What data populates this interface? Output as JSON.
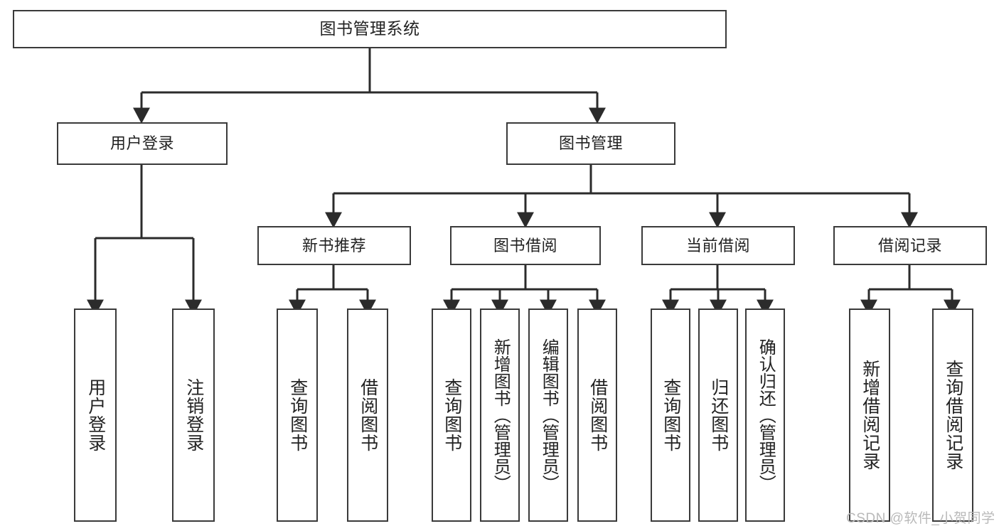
{
  "diagram": {
    "title": "图书管理系统",
    "type": "hierarchy-tree",
    "colors": {
      "box_border": "#3a3a3a",
      "box_fill": "#ffffff",
      "line": "#2b2b2b",
      "text": "#222222",
      "watermark": "#b9b9b9"
    },
    "nodes": {
      "root": {
        "label": "图书管理系统"
      },
      "level2": [
        {
          "label": "用户登录"
        },
        {
          "label": "图书管理"
        }
      ],
      "level3": [
        {
          "label": "新书推荐"
        },
        {
          "label": "图书借阅"
        },
        {
          "label": "当前借阅"
        },
        {
          "label": "借阅记录"
        }
      ],
      "leaves": {
        "user_login": [
          {
            "label": "用户登录"
          },
          {
            "label": "注销登录"
          }
        ],
        "new_book_recommend": [
          {
            "label": "查询图书"
          },
          {
            "label": "借阅图书"
          }
        ],
        "book_borrow": [
          {
            "label": "查询图书"
          },
          {
            "label": "新增图书（管理员）"
          },
          {
            "label": "编辑图书（管理员）"
          },
          {
            "label": "借阅图书"
          }
        ],
        "current_borrow": [
          {
            "label": "查询图书"
          },
          {
            "label": "归还图书"
          },
          {
            "label": "确认归还（管理员）"
          }
        ],
        "borrow_record": [
          {
            "label": "新增借阅记录"
          },
          {
            "label": "查询借阅记录"
          }
        ]
      }
    },
    "watermark": "CSDN @软件_小贺同学"
  }
}
